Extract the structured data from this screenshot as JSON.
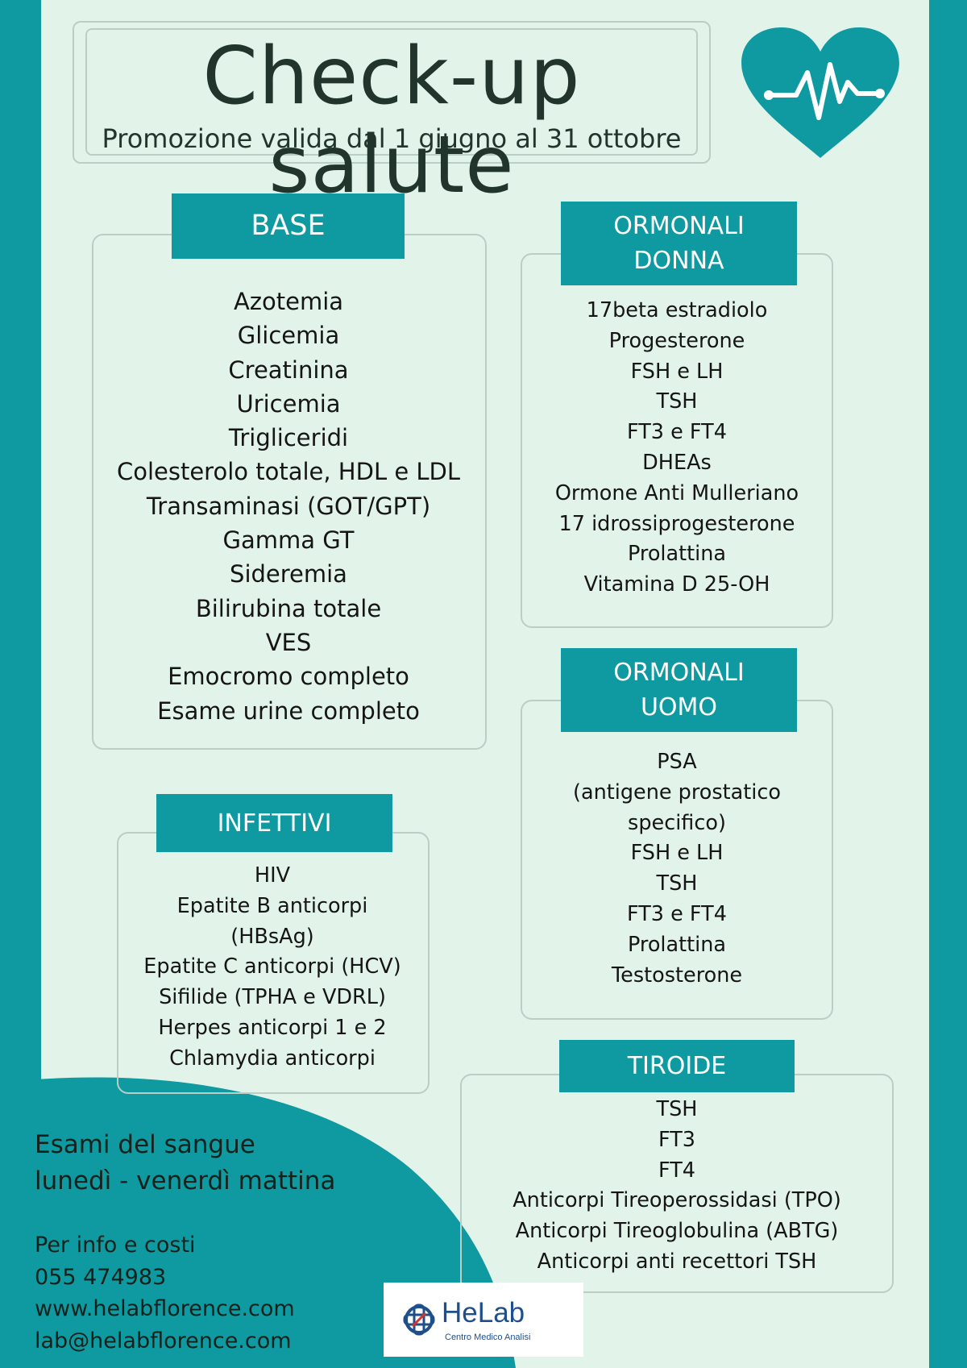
{
  "header": {
    "title": "Check-up salute",
    "subtitle": "Promozione valida dal 1 giugno al  31 ottobre",
    "icon": "heart-pulse-icon"
  },
  "sections": {
    "base": {
      "heading": "BASE",
      "items": [
        "Azotemia",
        "Glicemia",
        "Creatinina",
        "Uricemia",
        "Trigliceridi",
        "Colesterolo totale, HDL e LDL",
        "Transaminasi (GOT/GPT)",
        "Gamma GT",
        "Sideremia",
        "Bilirubina totale",
        "VES",
        "Emocromo completo",
        "Esame urine completo"
      ]
    },
    "ormonali_donna": {
      "heading": "ORMONALI\nDONNA",
      "items": [
        "17beta estradiolo",
        "Progesterone",
        "FSH e LH",
        "TSH",
        "FT3 e FT4",
        "DHEAs",
        "Ormone Anti Mulleriano",
        "17 idrossiprogesterone",
        "Prolattina",
        "Vitamina D 25-OH"
      ]
    },
    "ormonali_uomo": {
      "heading": "ORMONALI\nUOMO",
      "items": [
        "PSA",
        "(antigene prostatico",
        "specifico)",
        "FSH e LH",
        "TSH",
        "FT3 e FT4",
        "Prolattina",
        "Testosterone"
      ]
    },
    "infettivi": {
      "heading": "INFETTIVI",
      "items": [
        "HIV",
        "Epatite B anticorpi",
        "(HBsAg)",
        "Epatite C anticorpi (HCV)",
        "Sifilide (TPHA e VDRL)",
        "Herpes anticorpi 1 e 2",
        "Chlamydia anticorpi"
      ]
    },
    "tiroide": {
      "heading": "TIROIDE",
      "items": [
        "TSH",
        "FT3",
        "FT4",
        "Anticorpi Tireoperossidasi (TPO)",
        "Anticorpi Tireoglobulina (ABTG)",
        "Anticorpi anti recettori TSH"
      ]
    }
  },
  "contact": {
    "line1": "Esami del sangue",
    "line2": "lunedì - venerdì mattina",
    "info_label": "Per info e costi",
    "phone": "055 474983",
    "website": "www.helabflorence.com",
    "email": "lab@helabflorence.com"
  },
  "logo": {
    "name": "HeLab",
    "tagline": "Centro Medico Analisi",
    "icon": "helab-logo-icon"
  },
  "colors": {
    "teal": "#0e9aa0",
    "background": "#e2f4ea",
    "frame": "#b9cfc5",
    "text": "#151515",
    "logo_blue": "#1f4f8a"
  }
}
